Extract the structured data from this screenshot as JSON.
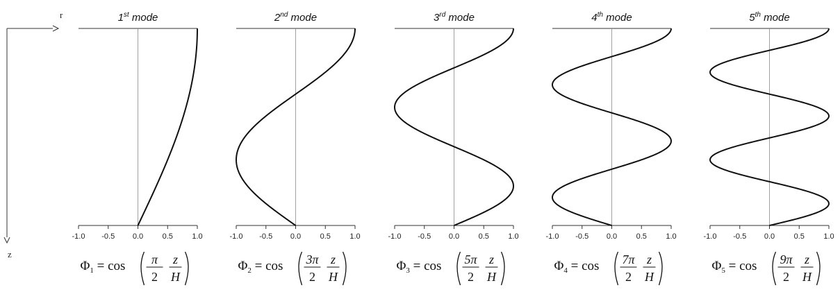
{
  "chart_data": [
    {
      "type": "line",
      "title_base": "1",
      "title_sup": "st",
      "title_rest": " mode",
      "mode": 1,
      "x_ticks": [
        "-1.0",
        "-0.5",
        "0.0",
        "0.5",
        "1.0"
      ],
      "xlim": [
        -1,
        1
      ],
      "series": [
        {
          "function": "cos(π/2 · z/H)",
          "z_over_H_range": [
            0,
            1
          ]
        }
      ],
      "equation": {
        "sub": "1",
        "num": "π",
        "den": "2",
        "frac2_num": "z",
        "frac2_den": "H"
      }
    },
    {
      "type": "line",
      "title_base": "2",
      "title_sup": "nd",
      "title_rest": " mode",
      "mode": 2,
      "x_ticks": [
        "-1.0",
        "-0.5",
        "0.0",
        "0.5",
        "1.0"
      ],
      "xlim": [
        -1,
        1
      ],
      "series": [
        {
          "function": "cos(3π/2 · z/H)",
          "z_over_H_range": [
            0,
            1
          ]
        }
      ],
      "equation": {
        "sub": "2",
        "num": "3π",
        "den": "2",
        "frac2_num": "z",
        "frac2_den": "H"
      }
    },
    {
      "type": "line",
      "title_base": "3",
      "title_sup": "rd",
      "title_rest": " mode",
      "mode": 3,
      "x_ticks": [
        "-1.0",
        "-0.5",
        "0.0",
        "0.5",
        "1.0"
      ],
      "xlim": [
        -1,
        1
      ],
      "series": [
        {
          "function": "cos(5π/2 · z/H)",
          "z_over_H_range": [
            0,
            1
          ]
        }
      ],
      "equation": {
        "sub": "3",
        "num": "5π",
        "den": "2",
        "frac2_num": "z",
        "frac2_den": "H"
      }
    },
    {
      "type": "line",
      "title_base": "4",
      "title_sup": "th",
      "title_rest": " mode",
      "mode": 4,
      "x_ticks": [
        "-1.0",
        "-0.5",
        "0.0",
        "0.5",
        "1.0"
      ],
      "xlim": [
        -1,
        1
      ],
      "series": [
        {
          "function": "cos(7π/2 · z/H)",
          "z_over_H_range": [
            0,
            1
          ]
        }
      ],
      "equation": {
        "sub": "4",
        "num": "7π",
        "den": "2",
        "frac2_num": "z",
        "frac2_den": "H"
      }
    },
    {
      "type": "line",
      "title_base": "5",
      "title_sup": "th",
      "title_rest": " mode",
      "mode": 5,
      "x_ticks": [
        "-1.0",
        "-0.5",
        "0.0",
        "0.5",
        "1.0"
      ],
      "xlim": [
        -1,
        1
      ],
      "series": [
        {
          "function": "cos(9π/2 · z/H)",
          "z_over_H_range": [
            0,
            1
          ]
        }
      ],
      "equation": {
        "sub": "5",
        "num": "9π",
        "den": "2",
        "frac2_num": "z",
        "frac2_den": "H"
      }
    }
  ],
  "axes_key": {
    "r_label": "r",
    "z_label": "z"
  },
  "equation_symbols": {
    "phi": "Φ",
    "eq_cos": " = cos"
  }
}
